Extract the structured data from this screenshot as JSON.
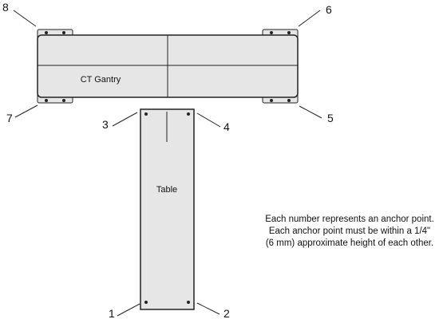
{
  "diagram": {
    "gantry_label": "CT Gantry",
    "table_label": "Table",
    "anchor_labels": {
      "n1": "1",
      "n2": "2",
      "n3": "3",
      "n4": "4",
      "n5": "5",
      "n6": "6",
      "n7": "7",
      "n8": "8"
    },
    "note_lines": [
      "Each number represents an anchor point.",
      "Each anchor point must be within a 1/4\"",
      "(6 mm) approximate height of each other."
    ],
    "colors": {
      "fill": "#e6e6e6",
      "outline": "#222222"
    }
  }
}
